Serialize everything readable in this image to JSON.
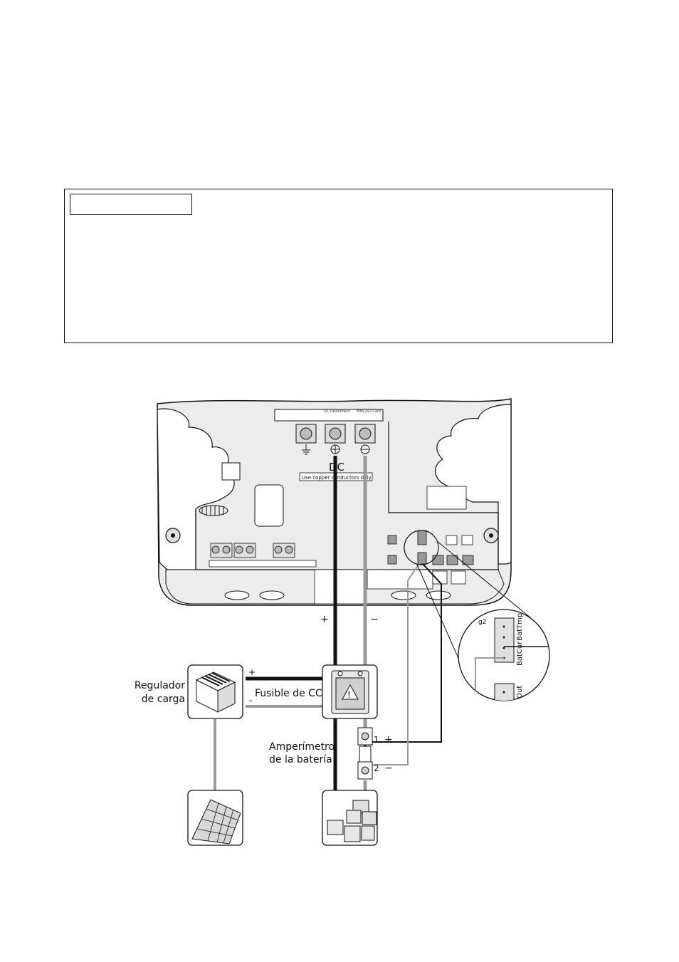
{
  "notice": {
    "title": ""
  },
  "diagram": {
    "dc_label": "DC",
    "copper_note": "Use copper conductors only",
    "dc_disconnect": "DC Disconnect",
    "mmc_card": "MMC/SD Card",
    "plus": "+",
    "minus": "−",
    "charge_controller": [
      "Regulador",
      "de carga"
    ],
    "dc_fuse": "Fusible de CC",
    "ammeter": [
      "Amperímetro",
      "de la batería"
    ],
    "shunt_terminal_1": "1",
    "shunt_terminal_2": "2",
    "zoom_label_bat_cur": "BatCur",
    "zoom_label_bat_tmp": "BatTmp",
    "zoom_label_dig_out": "igOut",
    "zoom_label_top": "g2"
  },
  "colors": {
    "stroke": "#111111",
    "housing": "#ececec",
    "grey_wire": "#9a9a9a",
    "black_wire": "#111111"
  }
}
